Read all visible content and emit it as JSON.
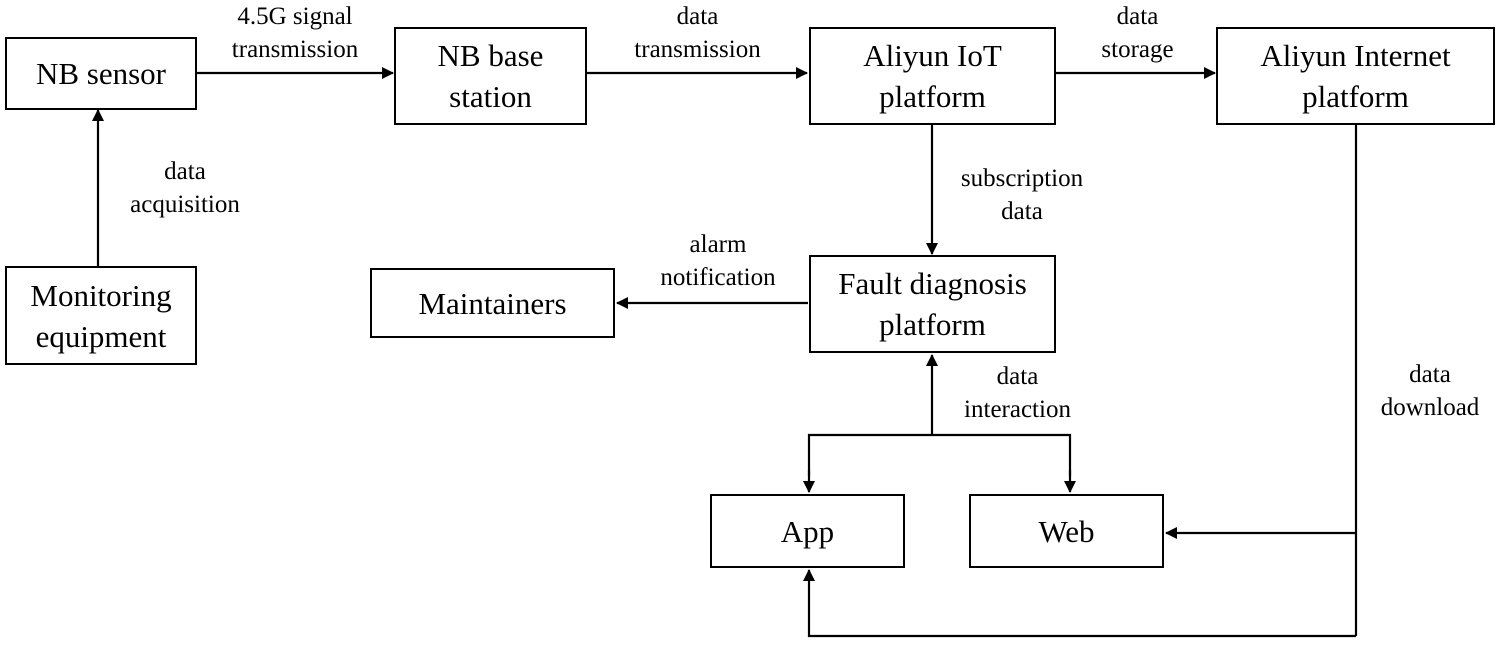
{
  "nodes": {
    "nb_sensor": [
      "NB sensor"
    ],
    "nb_base_station": [
      "NB base",
      "station"
    ],
    "aliyun_iot": [
      "Aliyun IoT",
      "platform"
    ],
    "aliyun_internet": [
      "Aliyun Internet",
      "platform"
    ],
    "monitoring_equipment": [
      "Monitoring",
      "equipment"
    ],
    "maintainers": [
      "Maintainers"
    ],
    "fault_diagnosis": [
      "Fault diagnosis",
      "platform"
    ],
    "app": [
      "App"
    ],
    "web": [
      "Web"
    ]
  },
  "edges": {
    "signal_transmission": [
      "4.5G signal",
      "transmission"
    ],
    "data_transmission": [
      "data",
      "transmission"
    ],
    "data_storage": [
      "data",
      "storage"
    ],
    "data_acquisition": [
      "data",
      "acquisition"
    ],
    "subscription_data": [
      "subscription",
      "data"
    ],
    "alarm_notification": [
      "alarm",
      "notification"
    ],
    "data_interaction": [
      "data",
      "interaction"
    ],
    "data_download": [
      "data",
      "download"
    ]
  }
}
